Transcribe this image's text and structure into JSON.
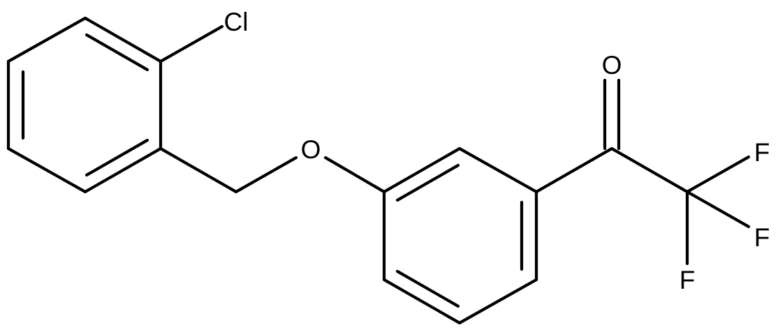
{
  "molecule": {
    "atoms": {
      "chlorine": "Cl",
      "ether_oxygen": "O",
      "carbonyl_oxygen": "O",
      "fluorine_1": "F",
      "fluorine_2": "F",
      "fluorine_3": "F"
    },
    "colors": {
      "bond": "#000000",
      "label": "#000000",
      "background": "#ffffff"
    }
  }
}
